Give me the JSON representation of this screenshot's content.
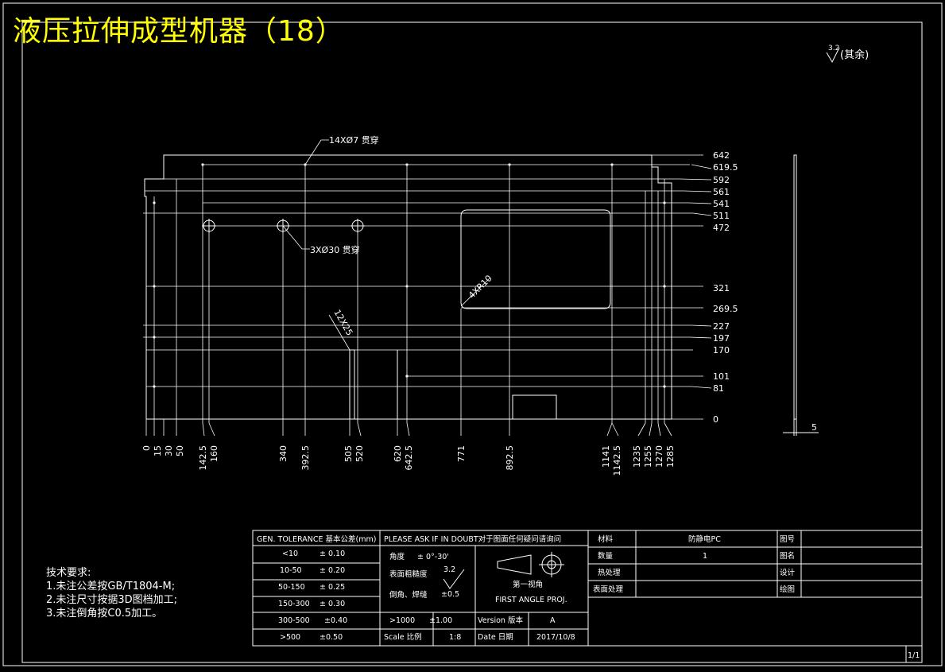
{
  "title": "液压拉伸成型机器（18）",
  "roughness": {
    "value": "3.2",
    "note": "(其余)"
  },
  "annotations": {
    "holes_small": "14XØ7 贯穿",
    "holes_large": "3XØ30 贯穿",
    "corner_radius": "4XR10",
    "slots": "12X25"
  },
  "dims_right": [
    "642",
    "619.5",
    "592",
    "561",
    "541",
    "511",
    "472",
    "321",
    "269.5",
    "227",
    "197",
    "170",
    "101",
    "81",
    "0"
  ],
  "dims_bottom": [
    "0",
    "15",
    "30",
    "50",
    "142.5",
    "160",
    "340",
    "392.5",
    "505",
    "520",
    "620",
    "642.5",
    "771",
    "892.5",
    "1141",
    "1142.5",
    "1235",
    "1255",
    "1270",
    "1285"
  ],
  "thickness": "5",
  "notes": {
    "heading": "技术要求:",
    "lines": [
      "1.未注公差按GB/T1804-M;",
      "2.未注尺寸按据3D图档加工;",
      "3.未注倒角按C0.5加工。"
    ]
  },
  "title_block": {
    "gen_tolerance": "GEN. TOLERANCE 基本公差(mm)",
    "tolerance_rows": [
      {
        "range": "<10",
        "tol": "± 0.10"
      },
      {
        "range": "10-50",
        "tol": "± 0.20"
      },
      {
        "range": "50-150",
        "tol": "± 0.25"
      },
      {
        "range": "150-300",
        "tol": "± 0.30"
      },
      {
        "range": "300-500",
        "tol": "±0.40"
      },
      {
        "range": ">500",
        "tol": "±0.50"
      },
      {
        "range": ">1000",
        "tol": "±1.00"
      }
    ],
    "please_ask": "PLEASE ASK IF IN DOUBT对于图面任何疑问请询问",
    "angle_label": "角度",
    "angle_value": "± 0°-30'",
    "surface_label": "表面粗糙度",
    "surface_value": "3.2",
    "surface_tol": "±0.5",
    "weld_label": "倒角、焊缝",
    "first_angle_cn": "第一视角",
    "first_angle_en": "FIRST ANGLE PROJ.",
    "version_label": "Version 版本",
    "version_value": "A",
    "scale_label": "Scale 比例",
    "scale_value": "1:8",
    "date_label": "Date 日期",
    "date_value": "2017/10/8",
    "material_label": "材料",
    "material_value": "防静电PC",
    "qty_label": "数量",
    "qty_value": "1",
    "surface_treat_label": "热处理",
    "surface_finish_label": "表面处理",
    "drawing_no_label": "图号",
    "part_name_label": "图名",
    "designer_label": "设计",
    "drafter_label": "绘图",
    "sheet": "1/1"
  }
}
